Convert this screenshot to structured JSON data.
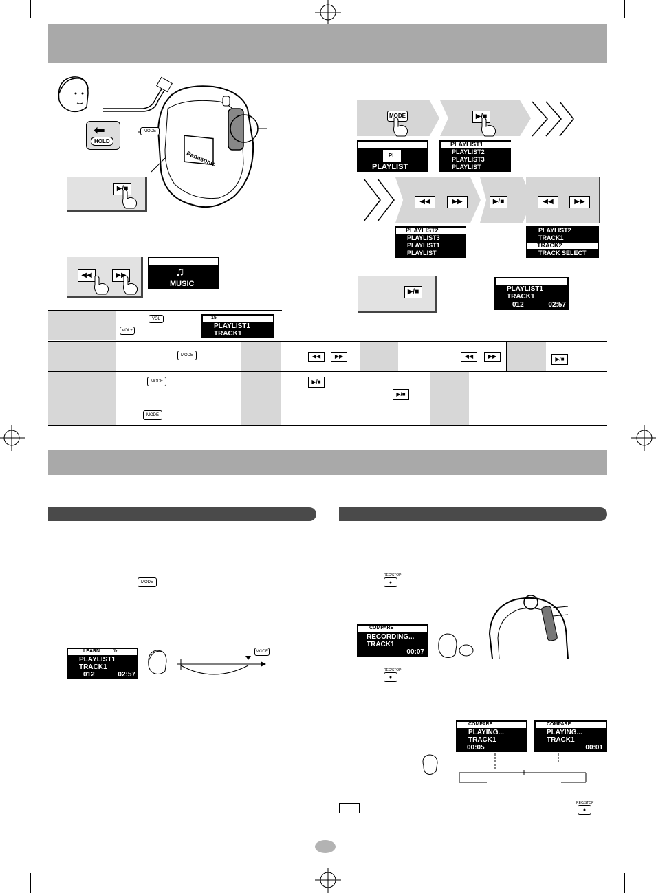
{
  "buttons": {
    "mode": "MODE",
    "play_stop": "▶/■",
    "prev": "◀◀",
    "next": "▶▶",
    "hold": "HOLD",
    "vol_minus": "VOL",
    "vol_plus": "VOL+",
    "rec_stop": "REC/STOP",
    "rec_dot": "●"
  },
  "device": {
    "brand": "Panasonic"
  },
  "menu_display": {
    "label": "PLAYLIST"
  },
  "music_display": {
    "label": "MUSIC"
  },
  "playlist_list_1": {
    "items": [
      "PLAYLIST1",
      "PLAYLIST2",
      "PLAYLIST3"
    ],
    "footer": "PLAYLIST"
  },
  "playlist_list_2": {
    "items": [
      "PLAYLIST2",
      "PLAYLIST3",
      "PLAYLIST1"
    ],
    "footer": "PLAYLIST"
  },
  "track_select": {
    "items": [
      "PLAYLIST2",
      "TRACK1",
      "TRACK2"
    ],
    "footer": "TRACK SELECT"
  },
  "play_display": {
    "playlist": "PLAYLIST1",
    "track": "TRACK1",
    "number": "012",
    "time": "02:57"
  },
  "volume_display": {
    "level": "15",
    "playlist": "PLAYLIST1",
    "track": "TRACK1"
  },
  "learn_display": {
    "mode": "LEARN",
    "marker": "Tr.",
    "playlist": "PLAYLIST1",
    "track": "TRACK1",
    "number": "012",
    "time": "02:57"
  },
  "compare_record": {
    "mode": "COMPARE",
    "status": "RECORDING...",
    "track": "TRACK1",
    "time": "00:07"
  },
  "compare_play_1": {
    "mode": "COMPARE",
    "status": "PLAYING...",
    "track": "TRACK1",
    "time": "00:05"
  },
  "compare_play_2": {
    "mode": "COMPARE",
    "status": "PLAYING...",
    "track": "TRACK1",
    "time": "00:01"
  }
}
